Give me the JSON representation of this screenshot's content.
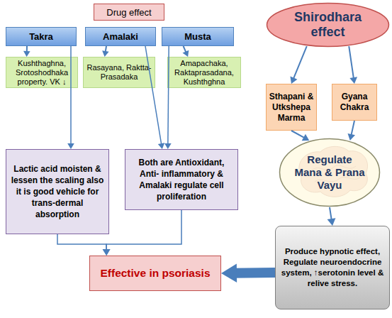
{
  "diagram": {
    "nodes": [
      {
        "text": [
          "Drug effect"
        ]
      },
      {
        "text": [
          "Shirodhara effect"
        ]
      },
      {
        "text": [
          "Takra"
        ]
      },
      {
        "text": [
          "Amalaki"
        ]
      },
      {
        "text": [
          "Musta"
        ]
      },
      {
        "text": [
          "Kushthaghna, Srotoshodhaka property. VK ↓"
        ]
      },
      {
        "text": [
          "Rasayana, Raktta-Prasadaka"
        ]
      },
      {
        "text": [
          "Amapachaka, Raktaprasadana, Kushthghna"
        ]
      },
      {
        "text": [
          "Sthapani & Utkshepa Marma"
        ]
      },
      {
        "text": [
          "Gyana Chakra"
        ]
      },
      {
        "text": [
          "Regulate Mana & Prana Vayu"
        ]
      },
      {
        "text": [
          "Lactic acid moisten & lessen the scaling also it is good vehicle for trans-dermal absorption"
        ]
      },
      {
        "text": [
          "Both are Antioxidant, Anti- inflammatory & Amalaki regulate cell proliferation"
        ]
      },
      {
        "text": [
          "Produce hypnotic effect, Regulate neuroendocrine system, ↑serotonin level & relive stress."
        ]
      },
      {
        "text": [
          "Effective in psoriasis"
        ]
      }
    ],
    "edges": [
      {
        "from": 1,
        "to": 8,
        "arrow": "to"
      },
      {
        "from": 1,
        "to": 9,
        "arrow": "to"
      },
      {
        "from": 2,
        "to": 5,
        "arrow": "to"
      },
      {
        "from": 3,
        "to": 6,
        "arrow": "to"
      },
      {
        "from": 4,
        "to": 7,
        "arrow": "to"
      },
      {
        "from": 8,
        "to": 10,
        "arrow": "to"
      },
      {
        "from": 9,
        "to": 10,
        "arrow": "to"
      },
      {
        "from": 10,
        "to": 13,
        "arrow": "to"
      },
      {
        "from": 2,
        "to": 11,
        "arrow": "to"
      },
      {
        "from": 3,
        "to": 12,
        "arrow": "to"
      },
      {
        "from": 4,
        "to": 12,
        "arrow": "to"
      },
      {
        "from": 11,
        "to": 14,
        "arrow": "to"
      },
      {
        "from": 12,
        "to": 14,
        "arrow": "to"
      },
      {
        "from": 13,
        "to": 14,
        "arrow": "to"
      }
    ]
  }
}
